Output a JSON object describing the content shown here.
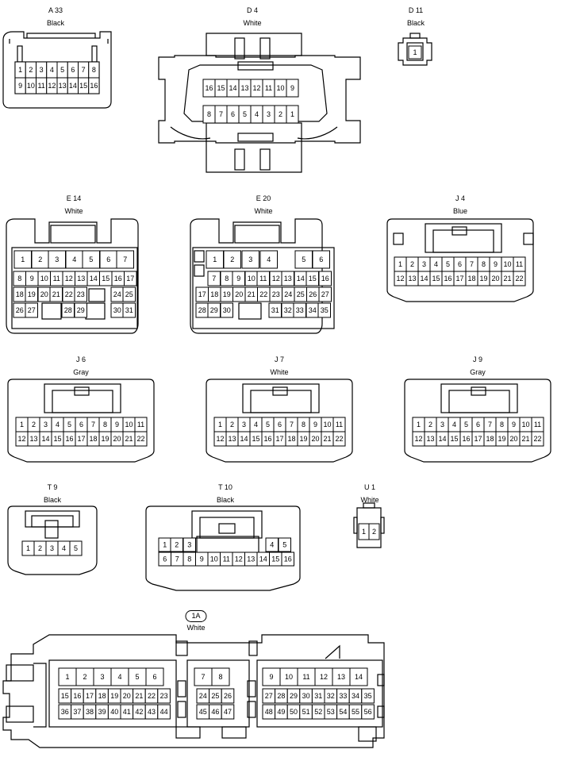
{
  "connectors": [
    {
      "id": "A 33",
      "color": "Black",
      "rows": [
        [
          "1",
          "2",
          "3",
          "4",
          "5",
          "6",
          "7",
          "8"
        ],
        [
          "9",
          "10",
          "11",
          "12",
          "13",
          "14",
          "15",
          "16"
        ]
      ]
    },
    {
      "id": "D 4",
      "color": "White",
      "rows": [
        [
          "16",
          "15",
          "14",
          "13",
          "12",
          "11",
          "10",
          "9"
        ],
        [
          "8",
          "7",
          "6",
          "5",
          "4",
          "3",
          "2",
          "1"
        ]
      ]
    },
    {
      "id": "D 11",
      "color": "Black",
      "rows": [
        [
          "1"
        ]
      ]
    },
    {
      "id": "E 14",
      "color": "White",
      "rows": [
        [
          "1",
          "2",
          "3",
          "4",
          "5",
          "6",
          "7"
        ],
        [
          "8",
          "9",
          "10",
          "11",
          "12",
          "13",
          "14",
          "15",
          "16",
          "17"
        ],
        [
          "18",
          "19",
          "20",
          "21",
          "22",
          "23",
          "",
          "24",
          "25"
        ],
        [
          "26",
          "27",
          "28",
          "29",
          "30",
          "31"
        ]
      ]
    },
    {
      "id": "E 20",
      "color": "White",
      "rows": [
        [
          "1",
          "2",
          "3",
          "4",
          "5",
          "6"
        ],
        [
          "7",
          "8",
          "9",
          "10",
          "11",
          "12",
          "13",
          "14",
          "15",
          "16"
        ],
        [
          "17",
          "18",
          "19",
          "20",
          "21",
          "22",
          "23",
          "24",
          "25",
          "26",
          "27"
        ],
        [
          "28",
          "29",
          "30",
          "31",
          "32",
          "33",
          "34",
          "35"
        ]
      ]
    },
    {
      "id": "J 4",
      "color": "Blue",
      "rows": [
        [
          "1",
          "2",
          "3",
          "4",
          "5",
          "6",
          "7",
          "8",
          "9",
          "10",
          "11"
        ],
        [
          "12",
          "13",
          "14",
          "15",
          "16",
          "17",
          "18",
          "19",
          "20",
          "21",
          "22"
        ]
      ]
    },
    {
      "id": "J 6",
      "color": "Gray",
      "rows": [
        [
          "1",
          "2",
          "3",
          "4",
          "5",
          "6",
          "7",
          "8",
          "9",
          "10",
          "11"
        ],
        [
          "12",
          "13",
          "14",
          "15",
          "16",
          "17",
          "18",
          "19",
          "20",
          "21",
          "22"
        ]
      ]
    },
    {
      "id": "J 7",
      "color": "White",
      "rows": [
        [
          "1",
          "2",
          "3",
          "4",
          "5",
          "6",
          "7",
          "8",
          "9",
          "10",
          "11"
        ],
        [
          "12",
          "13",
          "14",
          "15",
          "16",
          "17",
          "18",
          "19",
          "20",
          "21",
          "22"
        ]
      ]
    },
    {
      "id": "J 9",
      "color": "Gray",
      "rows": [
        [
          "1",
          "2",
          "3",
          "4",
          "5",
          "6",
          "7",
          "8",
          "9",
          "10",
          "11"
        ],
        [
          "12",
          "13",
          "14",
          "15",
          "16",
          "17",
          "18",
          "19",
          "20",
          "21",
          "22"
        ]
      ]
    },
    {
      "id": "T 9",
      "color": "Black",
      "rows": [
        [
          "1",
          "2",
          "3",
          "4",
          "5"
        ]
      ]
    },
    {
      "id": "T 10",
      "color": "Black",
      "rows": [
        [
          "1",
          "2",
          "3",
          "4",
          "5"
        ],
        [
          "6",
          "7",
          "8",
          "9",
          "10",
          "11",
          "12",
          "13",
          "14",
          "15",
          "16"
        ]
      ]
    },
    {
      "id": "U 1",
      "color": "White",
      "rows": [
        [
          "1",
          "2"
        ]
      ]
    },
    {
      "id": "1A",
      "color": "White",
      "rows": [
        [
          "1",
          "2",
          "3",
          "4",
          "5",
          "6",
          "7",
          "8",
          "9",
          "10",
          "11",
          "12",
          "13",
          "14"
        ],
        [
          "15",
          "16",
          "17",
          "18",
          "19",
          "20",
          "21",
          "22",
          "23",
          "24",
          "25",
          "26",
          "27",
          "28",
          "29",
          "30",
          "31",
          "32",
          "33",
          "34",
          "35"
        ],
        [
          "36",
          "37",
          "38",
          "39",
          "40",
          "41",
          "42",
          "43",
          "44",
          "45",
          "46",
          "47",
          "48",
          "49",
          "50",
          "51",
          "52",
          "53",
          "54",
          "55",
          "56"
        ]
      ]
    }
  ]
}
